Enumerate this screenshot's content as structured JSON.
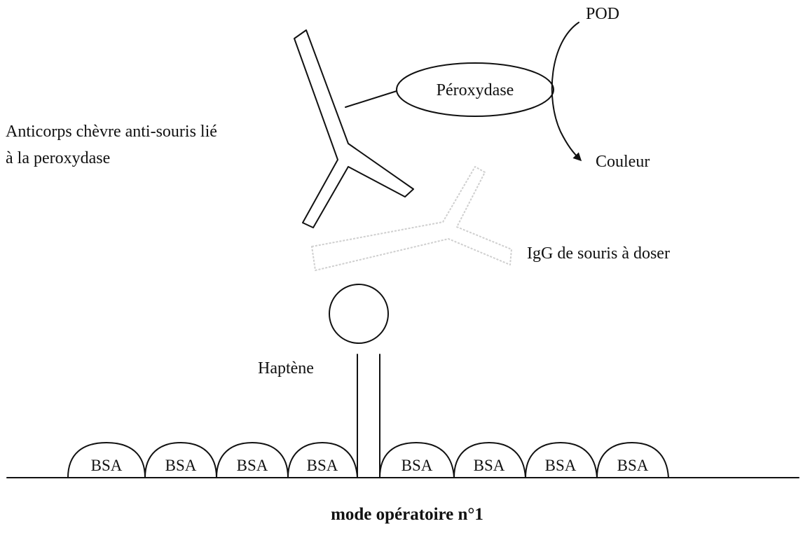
{
  "labels": {
    "pod": "POD",
    "peroxydase": "Péroxydase",
    "couleur": "Couleur",
    "anticorps_line1": "Anticorps chèvre anti-souris lié",
    "anticorps_line2": "à la peroxydase",
    "igg": "IgG de souris à doser",
    "haptene": "Haptène",
    "caption": "mode opératoire n°1"
  },
  "bsa_units": [
    "BSA",
    "BSA",
    "BSA",
    "BSA",
    "BSA",
    "BSA",
    "BSA",
    "BSA"
  ],
  "colors": {
    "ink": "#111111",
    "faint_antibody": "#cfcfcf",
    "background": "#ffffff"
  }
}
